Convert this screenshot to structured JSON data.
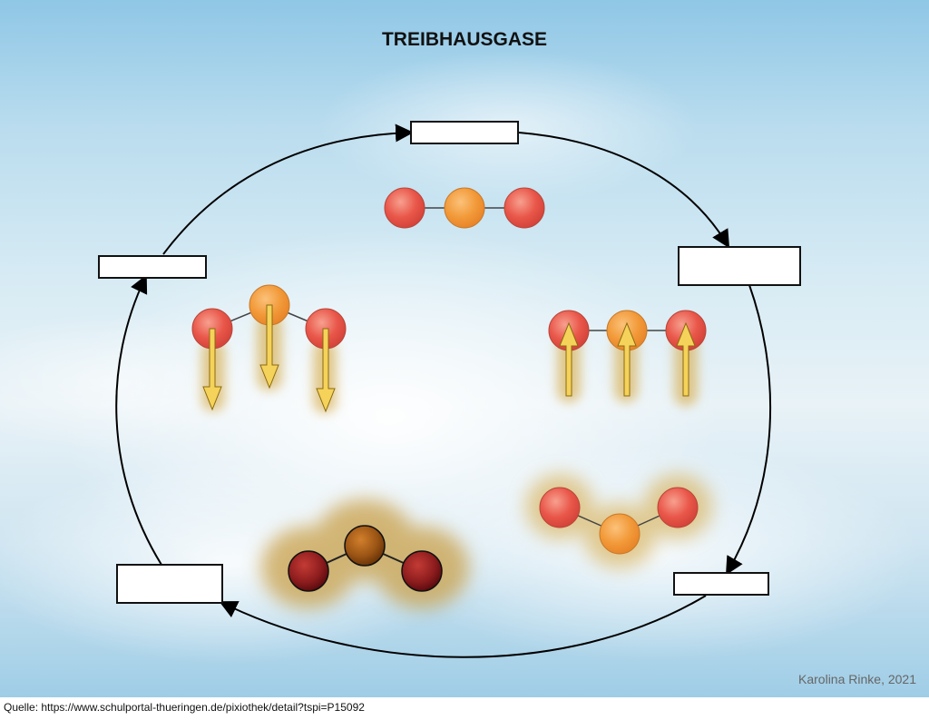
{
  "title": "TREIBHAUSGASE",
  "labels": [
    "",
    "",
    "",
    "",
    ""
  ],
  "credit": "Karolina Rinke, 2021",
  "source": "Quelle: https://www.schulportal-thueringen.de/pixiothek/detail?tspi=P15092",
  "colors": {
    "atom_red": "#e9574a",
    "atom_orange": "#f29a3a",
    "atom_dark_red": "#7a1418",
    "atom_dark_orange": "#8a4a10",
    "arrow_fill": "#f5d35a",
    "glow": "#d9b25a",
    "cycle_line": "#000000"
  }
}
